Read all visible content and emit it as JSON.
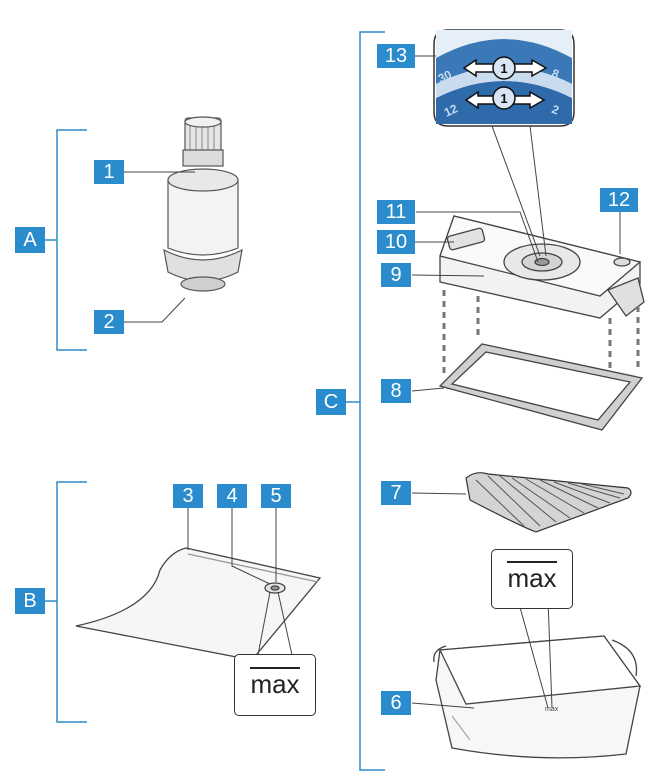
{
  "groups": {
    "a": "A",
    "b": "B",
    "c": "C"
  },
  "callouts": [
    "1",
    "2",
    "3",
    "4",
    "5",
    "6",
    "7",
    "8",
    "9",
    "10",
    "11",
    "12",
    "13"
  ],
  "max_label": "max",
  "dial": {
    "arrow_number": "1",
    "scale_outer_left": "30",
    "scale_inner_left": "12",
    "scale_outer_right": "8",
    "scale_inner_right": "2"
  },
  "colors": {
    "label_blue": "#2a8ccc",
    "bracket_line": "#2a8ccc",
    "dial_blue": "#3a78b8"
  }
}
